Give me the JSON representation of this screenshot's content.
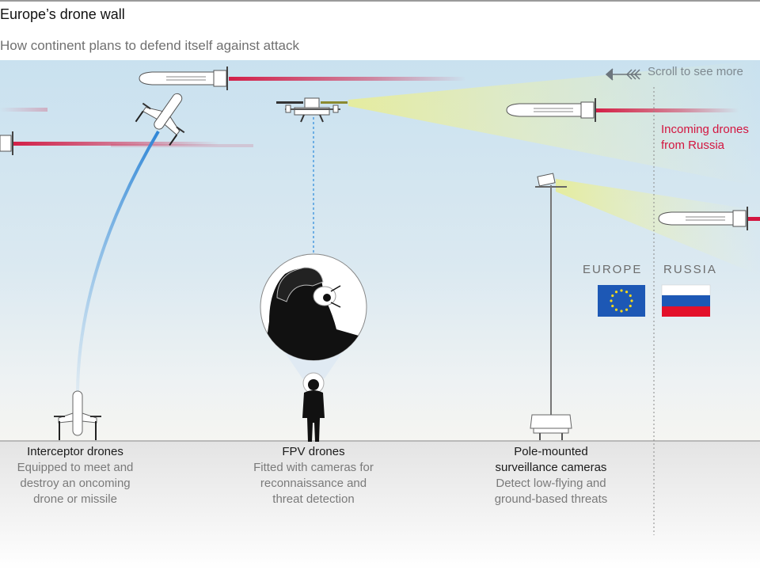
{
  "header": {
    "title": "Europe’s drone wall",
    "subtitle": "How continent plans to defend itself against attack"
  },
  "scene": {
    "scroll_hint": "Scroll to see more",
    "incoming_line1": "Incoming drones",
    "incoming_line2": "from Russia",
    "regions": {
      "europe": "EUROPE",
      "russia": "RUSSIA"
    },
    "icons": {
      "scroll_arrow": "arrow-left-icon",
      "eu_flag": "eu-flag-icon",
      "russia_flag": "russia-flag-icon"
    },
    "colors": {
      "threat": "#d3153f",
      "interceptor_trail": "#3a8fd8",
      "camera_beam": "#e8eeb0",
      "sky": "#c9e1ef"
    }
  },
  "systems": [
    {
      "name": "Interceptor drones",
      "description_lines": [
        "Equipped to meet and",
        "destroy an oncoming",
        "drone or missile"
      ]
    },
    {
      "name": "FPV drones",
      "description_lines": [
        "Fitted with cameras for",
        "reconnaissance and",
        "threat detection"
      ]
    },
    {
      "name_lines": [
        "Pole-mounted",
        "surveillance cameras"
      ],
      "description_lines": [
        "Detect low-flying and",
        "ground-based threats"
      ]
    }
  ]
}
